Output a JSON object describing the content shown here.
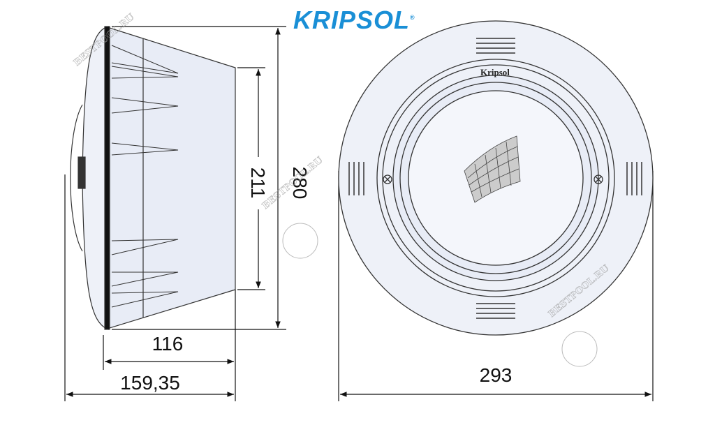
{
  "brand": {
    "logo_text": "KRIPSOL",
    "registered_mark": "®",
    "color": "#1a8fd6",
    "lamp_label": "Kripsol"
  },
  "watermark": "BESTPOOL.RU",
  "dimensions": {
    "overall_height": "280",
    "body_height": "211",
    "body_depth": "116",
    "total_depth": "159,35",
    "outer_diameter": "293"
  },
  "views": [
    "side-view",
    "front-view"
  ]
}
